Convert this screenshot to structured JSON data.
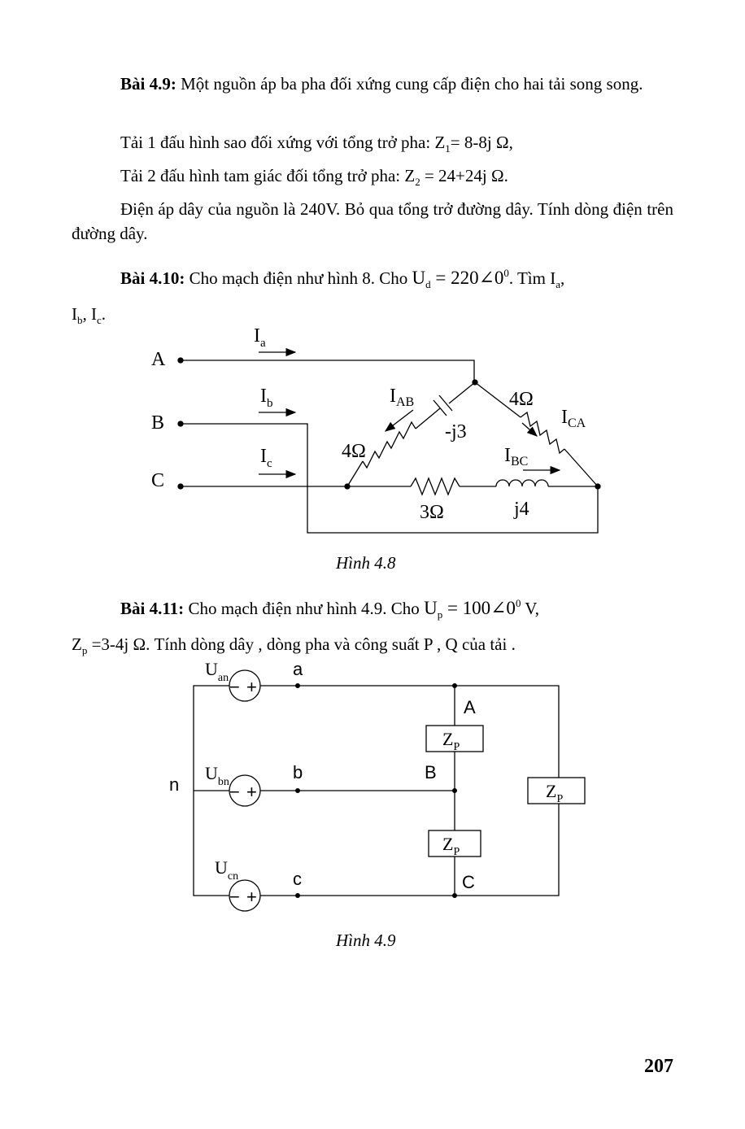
{
  "b49": {
    "label": "Bài 4.9:",
    "line1": " Một nguồn áp ba pha đối xứng cung cấp điện cho hai tải song song.",
    "load1_pre": "Tải 1 đấu hình sao đối xứng với tổng trở pha: Z",
    "load1_sub": "1",
    "load1_post": "= 8-8j Ω,",
    "load2_pre": "Tải 2 đấu hình tam giác đối tổng trở pha: Z",
    "load2_sub": "2",
    "load2_post": " = 24+24j Ω.",
    "voltage": "Điện áp dây của nguồn là 240V. Bỏ qua tổng trở đường dây. Tính dòng điện trên đường dây."
  },
  "b410": {
    "label": "Bài 4.10:",
    "text_pre": " Cho mạch điện như hình 8. Cho ",
    "u_sym": "U",
    "u_sub": "d",
    "u_val": " = 220∠0",
    "u_sup": "0",
    "text_mid": ". Tìm I",
    "ia_sub": "a",
    "sep1": ",",
    "line2_i": "I",
    "ib_sub": "b",
    "sep2": ", I",
    "ic_sub": "c",
    "end": "."
  },
  "fig48": {
    "caption": "Hình 4.8",
    "node_a": "A",
    "node_b": "B",
    "node_c": "C",
    "i_sym": "I",
    "ia_sub": "a",
    "ib_sub": "b",
    "ic_sub": "c",
    "iab_sub": "AB",
    "ica_sub": "CA",
    "ibc_sub": "BC",
    "r_ab": "4Ω",
    "x_ab": "-j3",
    "r_ca": "4Ω",
    "r_bc": "3Ω",
    "x_bc": "j4"
  },
  "b411": {
    "label": "Bài 4.11:",
    "text_pre": " Cho mạch điện như hình 4.9. Cho ",
    "u_sym": "U",
    "u_sub": "p",
    "u_val": " = 100∠0",
    "u_sup": "0",
    "u_unit": " V,",
    "z_pre": "Z",
    "z_sub": "p",
    "z_post": " =3-4j  Ω. Tính dòng dây , dòng pha và công suất P  , Q của tải ."
  },
  "fig49": {
    "caption": "Hình 4.9",
    "u_sym": "U",
    "uan_sub": "an",
    "ubn_sub": "bn",
    "ucn_sub": "cn",
    "node_a": "a",
    "node_b": "b",
    "node_c": "c",
    "node_n": "n",
    "node_A": "A",
    "node_B": "B",
    "node_C": "C",
    "z_sym": "Z",
    "z_sub": "P",
    "minus": "−",
    "plus": "+"
  },
  "page_number": "207"
}
